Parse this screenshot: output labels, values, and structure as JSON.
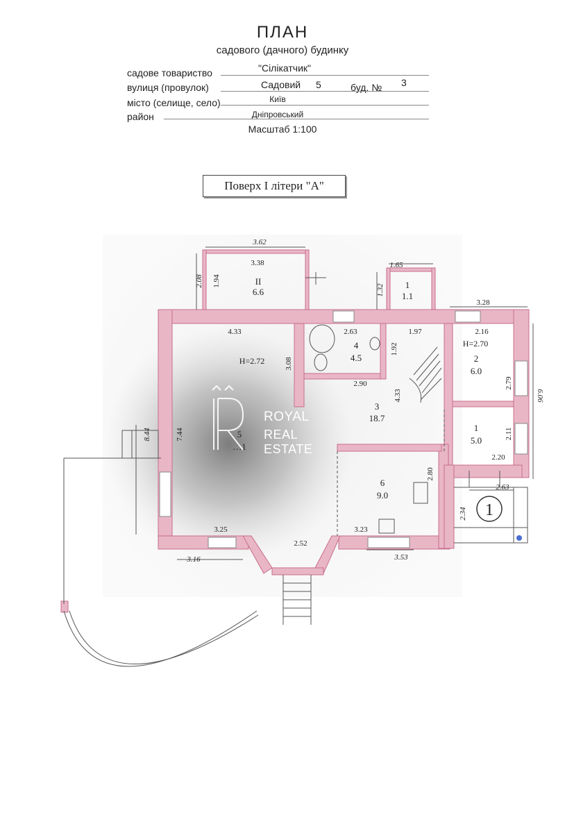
{
  "header": {
    "title": "ПЛАН",
    "subtitle": "садового (дачного) будинку",
    "rows": [
      {
        "label": "садове товариство",
        "value": "\"Сілікатчик\""
      },
      {
        "label": "вулиця (провулок)",
        "value": "Садовий",
        "number": "5",
        "building_label": "буд. №",
        "building_number": "3"
      },
      {
        "label": "місто (селище, село)",
        "value": "Київ"
      },
      {
        "label": "район",
        "value": "Дніпровський"
      }
    ],
    "scale": "Масштаб 1:100"
  },
  "floor_label": "Поверх  І  літери \"А\"",
  "rooms": [
    {
      "id": "II",
      "area": "6.6"
    },
    {
      "id": "1",
      "area": "1.1",
      "position": "porch"
    },
    {
      "id": "4",
      "area": "4.5"
    },
    {
      "id": "2",
      "area": "6.0",
      "height": "H=2.70"
    },
    {
      "id": "3",
      "area": "18.7"
    },
    {
      "id": "5",
      "area": "…1",
      "height": "H=2.72"
    },
    {
      "id": "1",
      "area": "5.0"
    },
    {
      "id": "6",
      "area": "9.0"
    }
  ],
  "dimensions": [
    "3.62",
    "3.38",
    "2.08",
    "1.94",
    "1.65",
    "1.32",
    "3.28",
    "4.33",
    "2.63",
    "1.97",
    "2.16",
    "1.92",
    "3.08",
    "2.90",
    "2.79",
    "4.33",
    "6.06",
    "8.44",
    "7.44",
    "2.11",
    "2.20",
    "2.80",
    "2.63",
    "2.34",
    "3.25",
    "3.23",
    "2.52",
    "3.16",
    "3.53"
  ],
  "marker": "1",
  "watermark": {
    "brand": "ROYAL",
    "tagline": "REAL ESTATE"
  },
  "colors": {
    "wall": "#e9b6c6",
    "wall_edge": "#c86d8d",
    "line": "#333"
  }
}
